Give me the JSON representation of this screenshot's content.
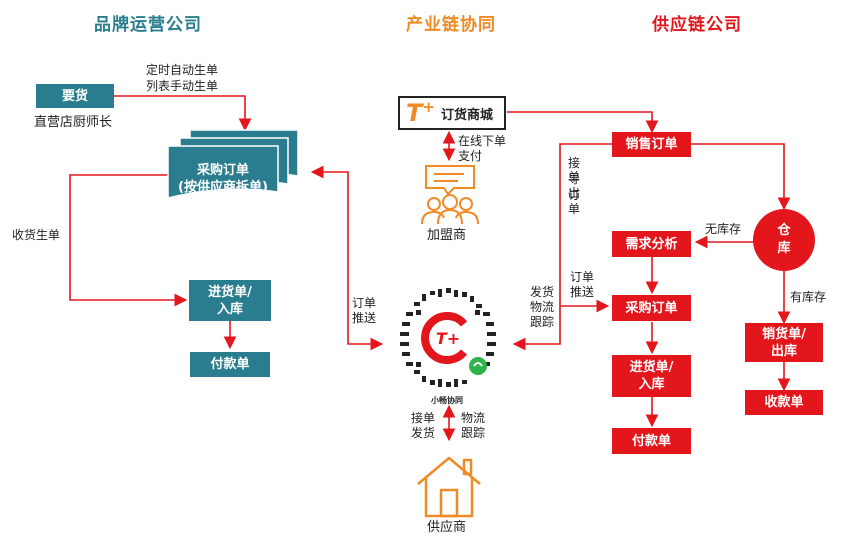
{
  "headers": {
    "brand": "品牌运营公司",
    "industry": "产业链协同",
    "supply": "供应链公司"
  },
  "brand": {
    "yaohuo": "要货",
    "store_chef": "直营店厨师长",
    "auto_line1": "定时自动生单",
    "auto_line2": "列表手动生单",
    "po_line1": "采购订单",
    "po_line2": "(按供应商拆单)",
    "receive": "收货生单",
    "instock_line1": "进货单/",
    "instock_line2": "入库",
    "payment": "付款单"
  },
  "middle": {
    "mall_brand": "T",
    "mall_plus": "+",
    "mall_name": "订货商城",
    "online_line1": "在线下单",
    "online_line2": "支付",
    "franchisee": "加盟商",
    "order_push_1": "订单",
    "order_push_2": "推送",
    "miniapp": "小畅协同",
    "recv_ship_1": "接单",
    "recv_ship_2": "发货",
    "log_track_1": "物流",
    "log_track_2": "跟踪",
    "supplier": "供应商"
  },
  "supply": {
    "sales_order": "销售订单",
    "recv_export": [
      "接",
      "单",
      "导",
      "出",
      "订",
      "单"
    ],
    "no_stock": "无库存",
    "warehouse_1": "仓",
    "warehouse_2": "库",
    "demand": "需求分析",
    "order_push_1": "订单",
    "order_push_2": "推送",
    "ship_track": [
      "发货",
      "物流",
      "跟踪"
    ],
    "po": "采购订单",
    "instock_line1": "进货单/",
    "instock_line2": "入库",
    "payment": "付款单",
    "has_stock": "有库存",
    "sales_out_line1": "销货单/",
    "sales_out_line2": "出库",
    "collection": "收款单"
  },
  "colors": {
    "teal": "#2a7d8e",
    "red": "#e3161c",
    "orange": "#f08a24",
    "header_teal": "#2a7d8e",
    "header_orange": "#f08a24",
    "header_red": "#e3161c"
  }
}
